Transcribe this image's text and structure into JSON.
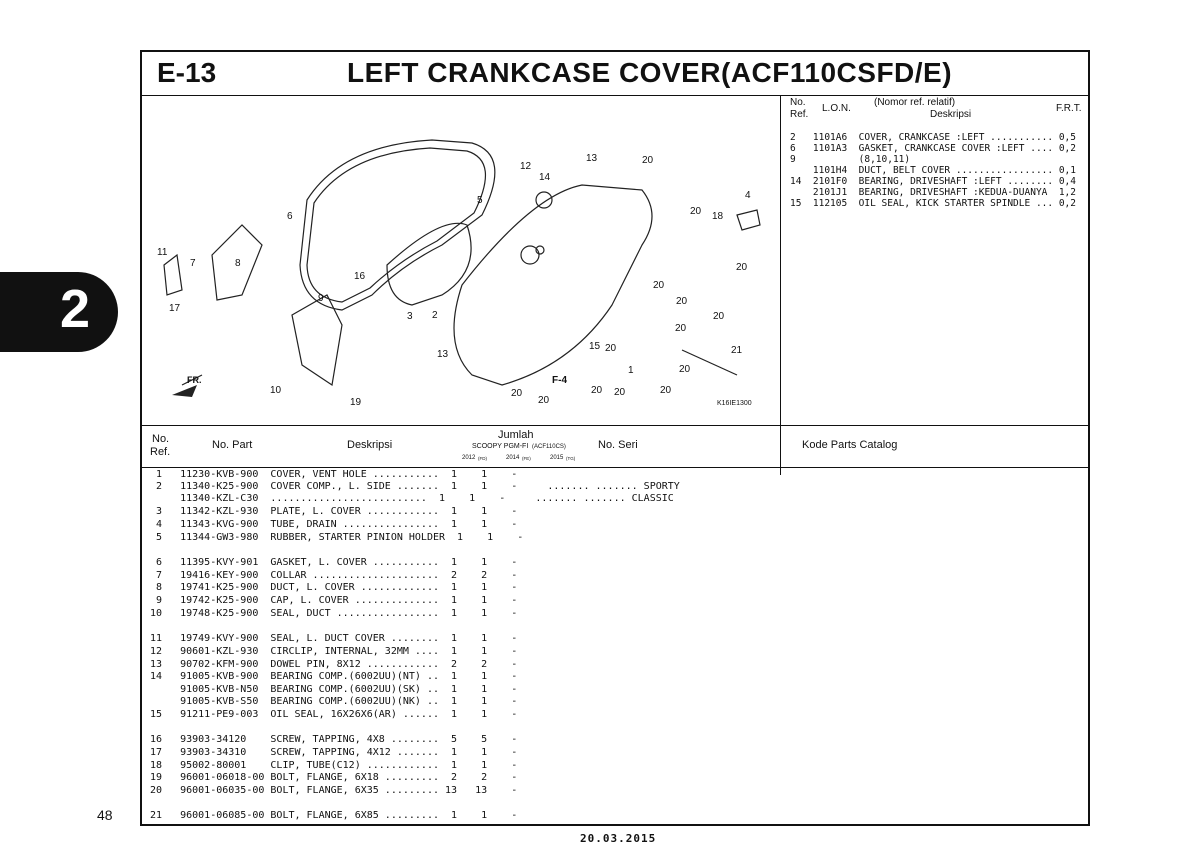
{
  "chapter_tab": "2",
  "page": {
    "number": "48",
    "date": "20.03.2015"
  },
  "header": {
    "code": "E-13",
    "title": "LEFT CRANKCASE COVER(ACF110CSFD/E)"
  },
  "diagram": {
    "callouts": [
      "11",
      "7",
      "8",
      "17",
      "6",
      "16",
      "5",
      "12",
      "14",
      "13",
      "20",
      "4",
      "20",
      "18",
      "20",
      "9",
      "3",
      "2",
      "13",
      "20",
      "20",
      "20",
      "15",
      "20",
      "1",
      "21",
      "20",
      "10",
      "19",
      "20",
      "20",
      "20",
      "20",
      "20",
      "20"
    ],
    "direction_label": "FR.",
    "ref_label": "F-4",
    "figure_code": "K16IE1300"
  },
  "relative_table": {
    "headers": {
      "no": "No.",
      "ref": "Ref.",
      "lon": "L.O.N.",
      "desc_top": "(Nomor ref. relatif)",
      "desc": "Deskripsi",
      "frt": "F.R.T."
    },
    "rows": [
      "2   1101A6  COVER, CRANKCASE :LEFT ........... 0,5",
      "6   1101A3  GASKET, CRANKCASE COVER :LEFT .... 0,2",
      "9           (8,10,11)",
      "    1101H4  DUCT, BELT COVER ................. 0,1",
      "14  2101F0  BEARING, DRIVESHAFT :LEFT ........ 0,4",
      "    2101J1  BEARING, DRIVESHAFT :KEDUA-DUANYA  1,2",
      "15  112105  OIL SEAL, KICK STARTER SPINDLE ... 0,2"
    ]
  },
  "parts_table": {
    "headers": {
      "no": "No.",
      "ref": "Ref.",
      "part": "No. Part",
      "desc": "Deskripsi",
      "qty": "Jumlah",
      "model": "SCOOPY PGM-FI",
      "model_code": "(ACF110CS)",
      "y1": "2012",
      "y1s": "(FD)",
      "y2": "2014",
      "y2s": "(FE)",
      "y3": "2015",
      "y3s": "(TG)",
      "serial": "No. Seri",
      "catalog": "Kode Parts Catalog"
    },
    "rows": [
      " 1   11230-KVB-900  COVER, VENT HOLE ...........  1    1    -",
      " 2   11340-K25-900  COVER COMP., L. SIDE .......  1    1    -     ....... ....... SPORTY",
      "     11340-KZL-C30  ..........................  1    1    -     ....... ....... CLASSIC",
      " 3   11342-KZL-930  PLATE, L. COVER ............  1    1    -",
      " 4   11343-KVG-900  TUBE, DRAIN ................  1    1    -",
      " 5   11344-GW3-980  RUBBER, STARTER PINION HOLDER  1    1    -",
      "",
      " 6   11395-KVY-901  GASKET, L. COVER ...........  1    1    -",
      " 7   19416-KEY-900  COLLAR .....................  2    2    -",
      " 8   19741-K25-900  DUCT, L. COVER .............  1    1    -",
      " 9   19742-K25-900  CAP, L. COVER ..............  1    1    -",
      "10   19748-K25-900  SEAL, DUCT .................  1    1    -",
      "",
      "11   19749-KVY-900  SEAL, L. DUCT COVER ........  1    1    -",
      "12   90601-KZL-930  CIRCLIP, INTERNAL, 32MM ....  1    1    -",
      "13   90702-KFM-900  DOWEL PIN, 8X12 ............  2    2    -",
      "14   91005-KVB-900  BEARING COMP.(6002UU)(NT) ..  1    1    -",
      "     91005-KVB-N50  BEARING COMP.(6002UU)(SK) ..  1    1    -",
      "     91005-KVB-S50  BEARING COMP.(6002UU)(NK) ..  1    1    -",
      "15   91211-PE9-003  OIL SEAL, 16X26X6(AR) ......  1    1    -",
      "",
      "16   93903-34120    SCREW, TAPPING, 4X8 ........  5    5    -",
      "17   93903-34310    SCREW, TAPPING, 4X12 .......  1    1    -",
      "18   95002-80001    CLIP, TUBE(C12) ............  1    1    -",
      "19   96001-06018-00 BOLT, FLANGE, 6X18 .........  2    2    -",
      "20   96001-06035-00 BOLT, FLANGE, 6X35 ......... 13   13    -",
      "",
      "21   96001-06085-00 BOLT, FLANGE, 6X85 .........  1    1    -"
    ]
  }
}
